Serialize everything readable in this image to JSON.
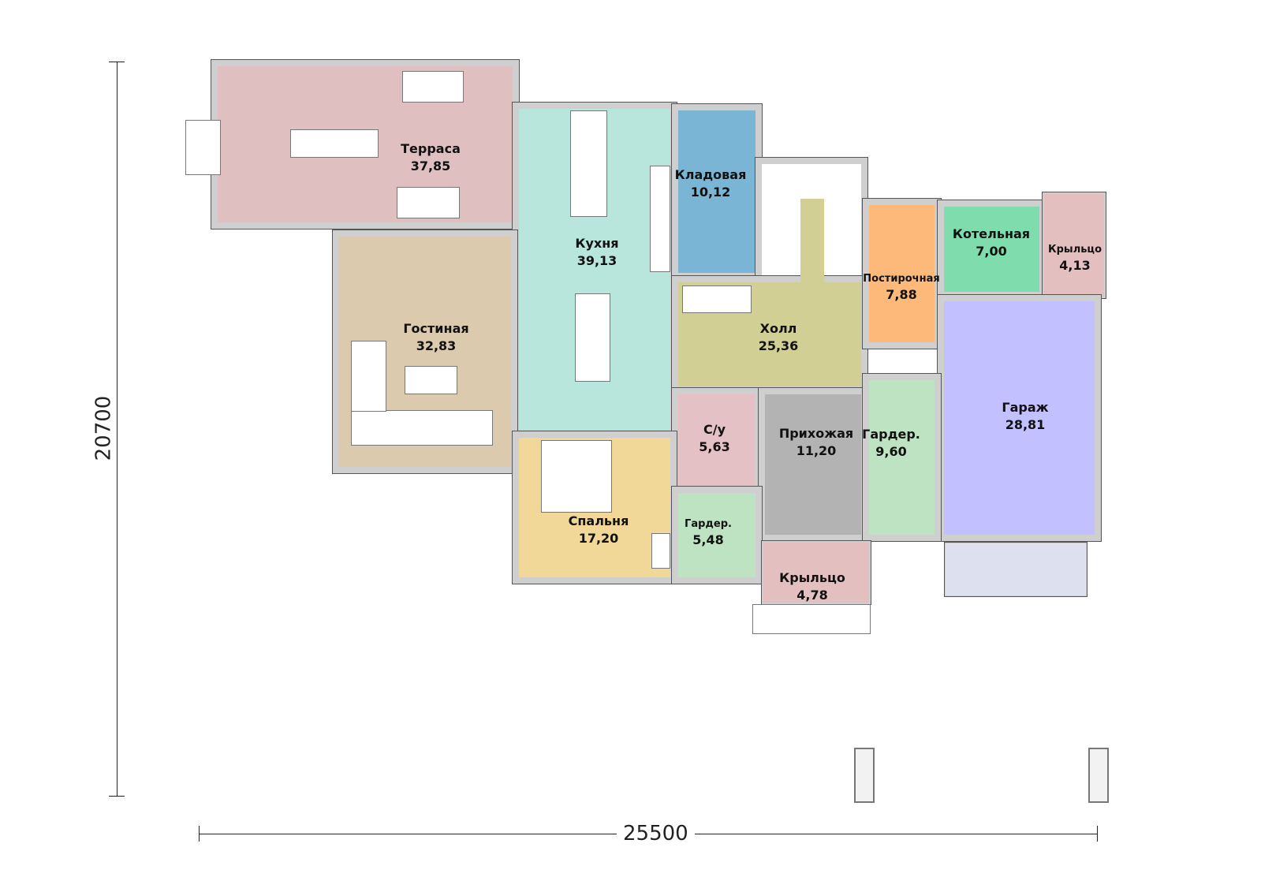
{
  "rooms": [
    {
      "name": "Терраса",
      "area": "37,85",
      "color": "#e0bfc1"
    },
    {
      "name": "Кухня",
      "area": "39,13",
      "color": "#b8e5dc"
    },
    {
      "name": "Кладовая",
      "area": "10,12",
      "color": "#7ab5d6"
    },
    {
      "name": "Гостиная",
      "area": "32,83",
      "color": "#dccaae"
    },
    {
      "name": "Холл",
      "area": "25,36",
      "color": "#d2cf94"
    },
    {
      "name": "Постирочная",
      "area": "7,88",
      "color": "#fdb97a"
    },
    {
      "name": "Котельная",
      "area": "7,00",
      "color": "#7fdcac"
    },
    {
      "name": "Крыльцо",
      "area": "4,13",
      "color": "#e3bfc0"
    },
    {
      "name": "Гараж",
      "area": "28,81",
      "color": "#c2c0fe"
    },
    {
      "name": "С/у",
      "area": "5,63",
      "color": "#e3c1c4"
    },
    {
      "name": "Прихожая",
      "area": "11,20",
      "color": "#b3b3b3"
    },
    {
      "name": "Гардер.",
      "area": "9,60",
      "color": "#bde3c2"
    },
    {
      "name": "Спальня",
      "area": "17,20",
      "color": "#f2d898"
    },
    {
      "name": "Гардер.",
      "area": "5,48",
      "color": "#bde3c2"
    },
    {
      "name": "Крыльцо",
      "area": "4,78",
      "color": "#e3bfc0"
    }
  ],
  "dimensions": {
    "height": "20700",
    "width": "25500"
  }
}
